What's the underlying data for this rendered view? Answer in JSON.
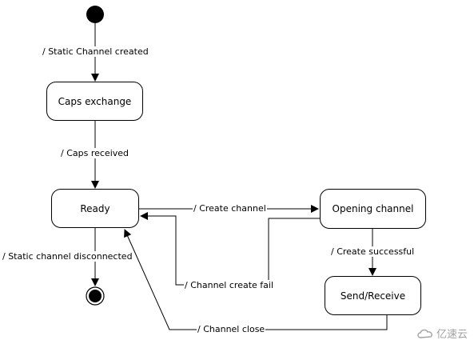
{
  "states": {
    "caps_exchange": "Caps exchange",
    "ready": "Ready",
    "opening_channel": "Opening channel",
    "send_receive": "Send/Receive"
  },
  "transitions": {
    "static_channel_created": "/ Static Channel created",
    "caps_received": "/ Caps received",
    "create_channel": "/ Create channel",
    "create_successful": "/ Create successful",
    "channel_create_fail": "/ Channel create fail",
    "channel_close": "/ Channel close",
    "static_channel_disconnected": "/ Static channel disconnected"
  },
  "watermark": {
    "text": "亿速云",
    "icon": "cloud-logo-icon"
  }
}
